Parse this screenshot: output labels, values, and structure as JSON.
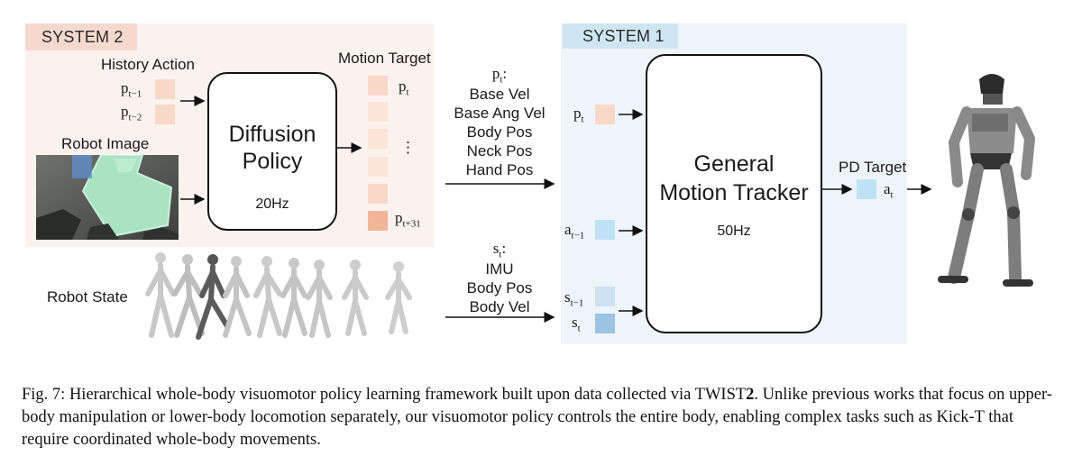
{
  "system2": {
    "tag": "SYSTEM 2",
    "history_action_label": "History Action",
    "history": [
      {
        "base": "p",
        "sub": "t−1"
      },
      {
        "base": "p",
        "sub": "t−2"
      }
    ],
    "robot_image_label": "Robot Image",
    "policy_title_line1": "Diffusion",
    "policy_title_line2": "Policy",
    "policy_rate": "20Hz",
    "motion_target_label": "Motion Target",
    "target_first": {
      "base": "p",
      "sub": "t"
    },
    "target_dots": "⋮",
    "target_last": {
      "base": "p",
      "sub": "t+31"
    }
  },
  "robot_state_label": "Robot State",
  "pt_block": {
    "var": {
      "base": "p",
      "sub": "t",
      "suffix": ":"
    },
    "lines": [
      "Base Vel",
      "Base Ang Vel",
      "Body Pos",
      "Neck Pos",
      "Hand Pos"
    ]
  },
  "st_block": {
    "var": {
      "base": "s",
      "sub": "t",
      "suffix": ":"
    },
    "lines": [
      "IMU",
      "Body Pos",
      "Body Vel"
    ]
  },
  "system1": {
    "tag": "SYSTEM 1",
    "inputs": {
      "pt": {
        "base": "p",
        "sub": "t"
      },
      "at1": {
        "base": "a",
        "sub": "t−1"
      },
      "st1": {
        "base": "s",
        "sub": "t−1"
      },
      "st": {
        "base": "s",
        "sub": "t"
      }
    },
    "tracker_line1": "General",
    "tracker_line2": "Motion Tracker",
    "tracker_rate": "50Hz",
    "pd_target_label": "PD Target",
    "output": {
      "base": "a",
      "sub": "t"
    }
  },
  "caption": {
    "text_before_bold": "Fig. 7: Hierarchical whole-body visuomotor policy learning framework built upon data collected via TWIST",
    "bold": "2",
    "text_after_bold": ". Unlike previous works that focus on upper-body manipulation or lower-body locomotion separately, our visuomotor policy controls the entire body, enabling complex tasks such as Kick-T that require coordinated whole-body movements."
  },
  "colors": {
    "system2_bg": "#fbf2ee",
    "system2_tag": "#f5d9cf",
    "system1_bg": "#eef5fa",
    "system1_tag": "#cfe6f2",
    "peach_token": "#f8d9c8",
    "blue_token": "#bfe3f5"
  }
}
